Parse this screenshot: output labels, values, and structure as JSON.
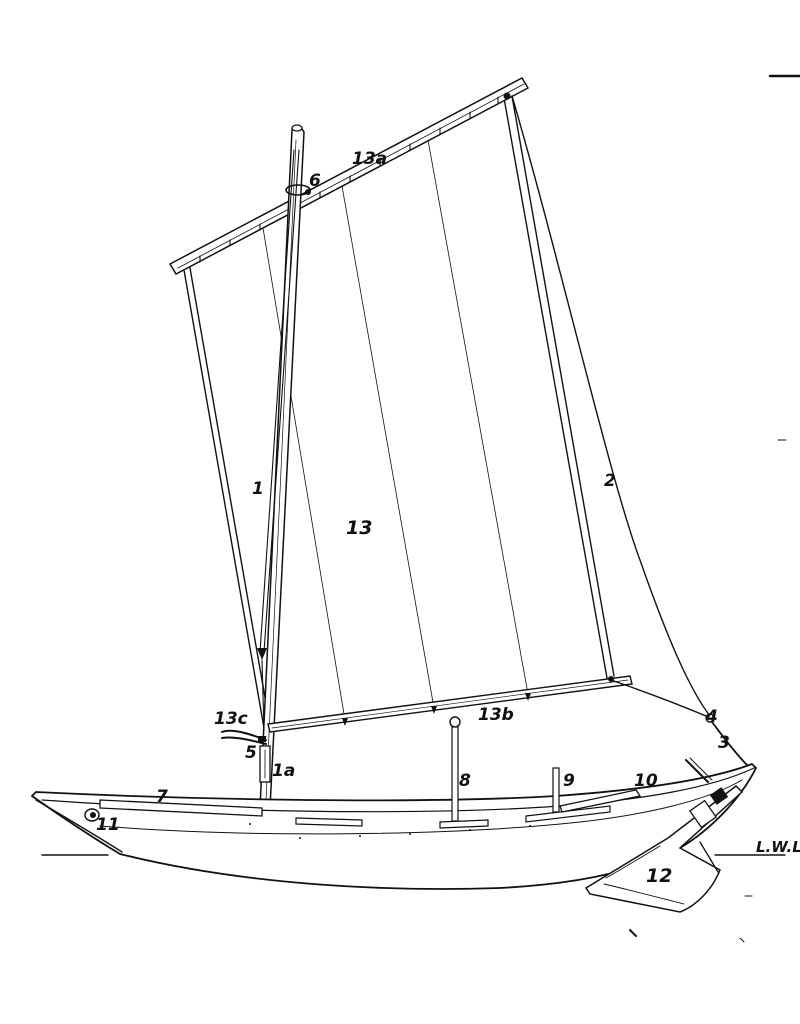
{
  "diagram": {
    "labels": {
      "halyard": "1",
      "halyard_lower": "1a",
      "sheet": "2",
      "sheet_lower": "3",
      "sheet_block": "4",
      "mast_heel": "5",
      "parrel": "6",
      "gunwale_plank": "7",
      "post_mid": "8",
      "post_aft": "9",
      "aft_deck": "10",
      "bow_fitting": "11",
      "rudder": "12",
      "sail": "13",
      "yard": "13a",
      "boom": "13b",
      "tack": "13c"
    },
    "waterline_label": "L.W.L."
  }
}
